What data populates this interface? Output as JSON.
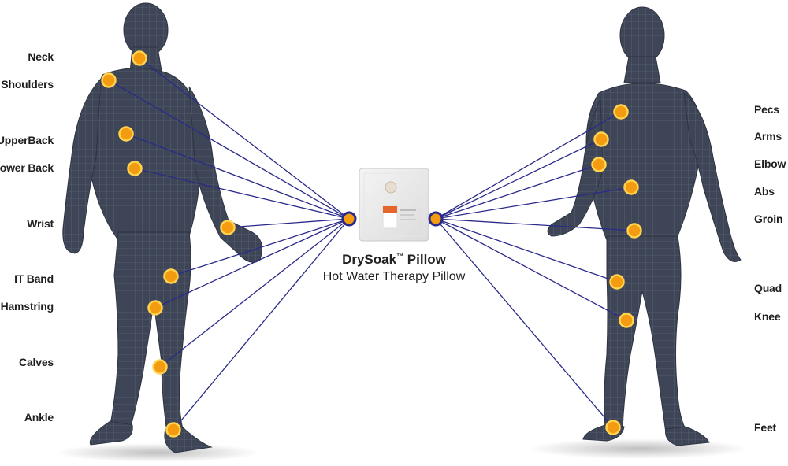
{
  "product": {
    "name": "DrySoak",
    "trademark": "™",
    "name_suffix": " Pillow",
    "subtitle": "Hot Water Therapy Pillow"
  },
  "back_view_labels": [
    "Neck",
    "Shoulders",
    "UpperBack",
    "Lower Back",
    "Wrist",
    "IT Band",
    "Hamstring",
    "Calves",
    "Ankle"
  ],
  "front_view_labels": [
    "Pecs",
    "Arms",
    "Elbow",
    "Abs",
    "Groin",
    "Quad",
    "Knee",
    "Feet"
  ],
  "colors": {
    "body": "#3d4556",
    "mesh": "#7f8aa0",
    "point_fill": "#f7b21b",
    "point_ring": "#f39c12",
    "line": "#2a2a8a",
    "hub_ring": "#2a2a8a",
    "hub_fill": "#f39c12",
    "label": "#1f1f1f"
  }
}
